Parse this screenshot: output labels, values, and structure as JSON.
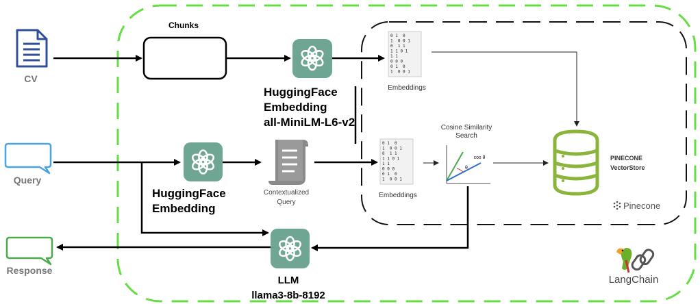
{
  "inputs": {
    "cv_label": "CV",
    "query_label": "Query",
    "response_label": "Response"
  },
  "chunks_label": "Chunks",
  "embedding_model": {
    "line1": "HuggingFace",
    "line2": "Embedding",
    "line3": "all-MiniLM-L6-v2"
  },
  "query_embedding": {
    "line1": "HuggingFace",
    "line2": "Embedding"
  },
  "contextualized_query": {
    "line1": "Contextualized",
    "line2": "Query"
  },
  "embeddings_label": "Embeddings",
  "embeddings_matrix": [
    "0 1  0",
    "1  0 0 1",
    "0  1 1",
    "1 1 0 1",
    "1 1",
    "0 0 0",
    "0 1  0",
    "1  0 0 1"
  ],
  "cosine_search": {
    "line1": "Cosine Similarity",
    "line2": "Search",
    "formula": "cos θ",
    "angle": "θ"
  },
  "vector_store": {
    "line1": "PINECONE",
    "line2": "VectorStore",
    "brand": "Pinecone"
  },
  "llm": {
    "line1": "LLM",
    "line2": "llama3-8b-8192"
  },
  "framework_label": "LangChain",
  "colors": {
    "langchain_border": "#66dd44",
    "openai_tile": "#6fa593",
    "doc_blue": "#2f4f9b",
    "query_blue": "#4aa3e6",
    "response_green": "#4caa4c",
    "db_green": "#8ab43a",
    "label_gray": "#777777"
  }
}
